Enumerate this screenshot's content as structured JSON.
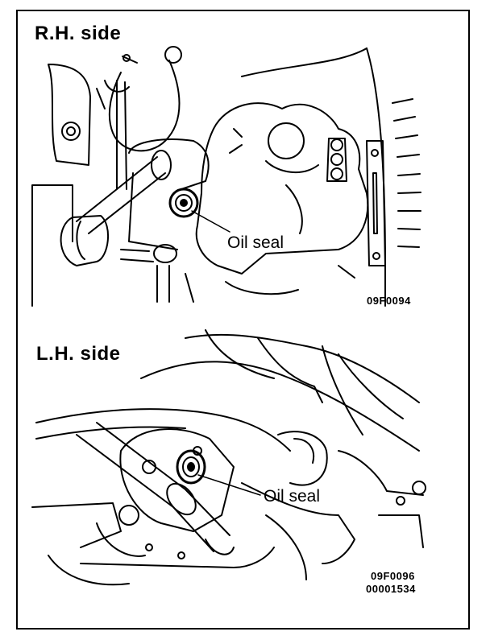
{
  "rh_panel": {
    "heading": "R.H. side",
    "callout": "Oil seal",
    "figure_code": "09F0094"
  },
  "lh_panel": {
    "heading": "L.H. side",
    "callout": "Oil seal",
    "figure_code": "09F0096",
    "document_code": "00001534"
  }
}
